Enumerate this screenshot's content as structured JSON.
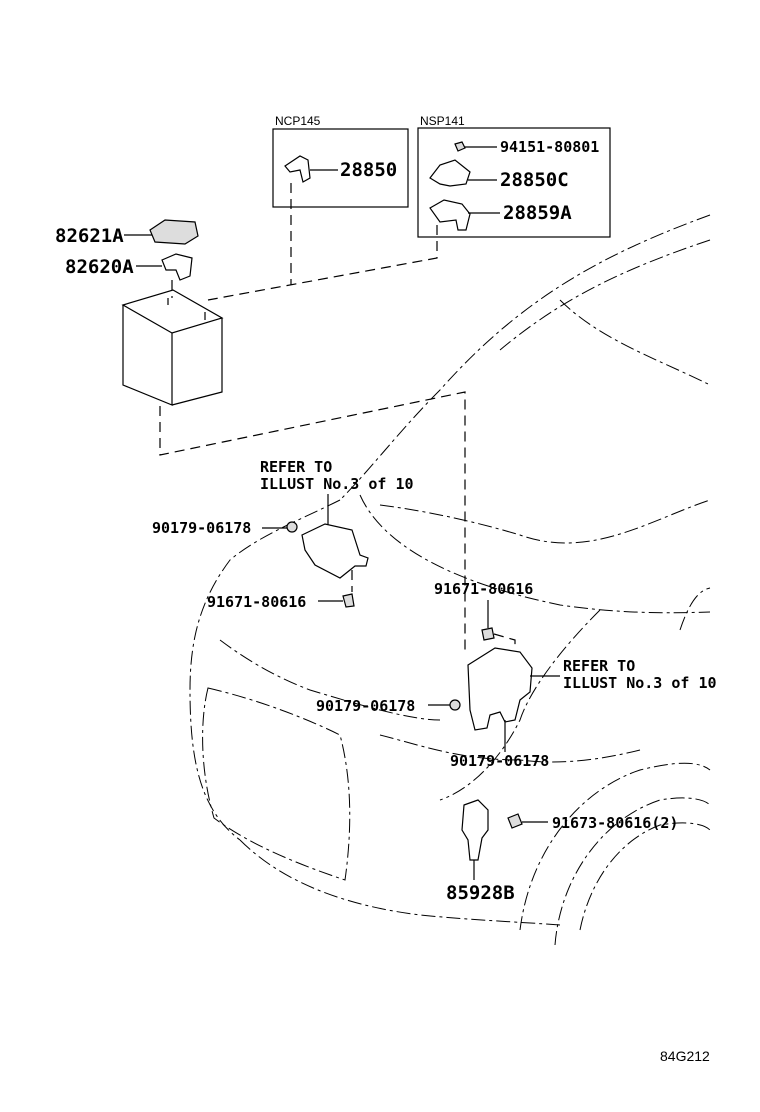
{
  "callouts": {
    "ncp145": "NCP145",
    "nsp141": "NSP141",
    "p28850": "28850",
    "p94151": "94151-80801",
    "p28850c": "28850C",
    "p28859a": "28859A",
    "p82621a": "82621A",
    "p82620a": "82620A",
    "refer1_line1": "REFER TO",
    "refer1_line2": "ILLUST No.3 of 10",
    "p90179_a": "90179-06178",
    "p91671_a": "91671-80616",
    "p91671_b": "91671-80616",
    "refer2_line1": "REFER TO",
    "refer2_line2": "ILLUST No.3 of 10",
    "p90179_b": "90179-06178",
    "p90179_c": "90179-06178",
    "p91673": "91673-80616(2)",
    "p85928b": "85928B"
  },
  "footer": {
    "code": "84G212"
  }
}
